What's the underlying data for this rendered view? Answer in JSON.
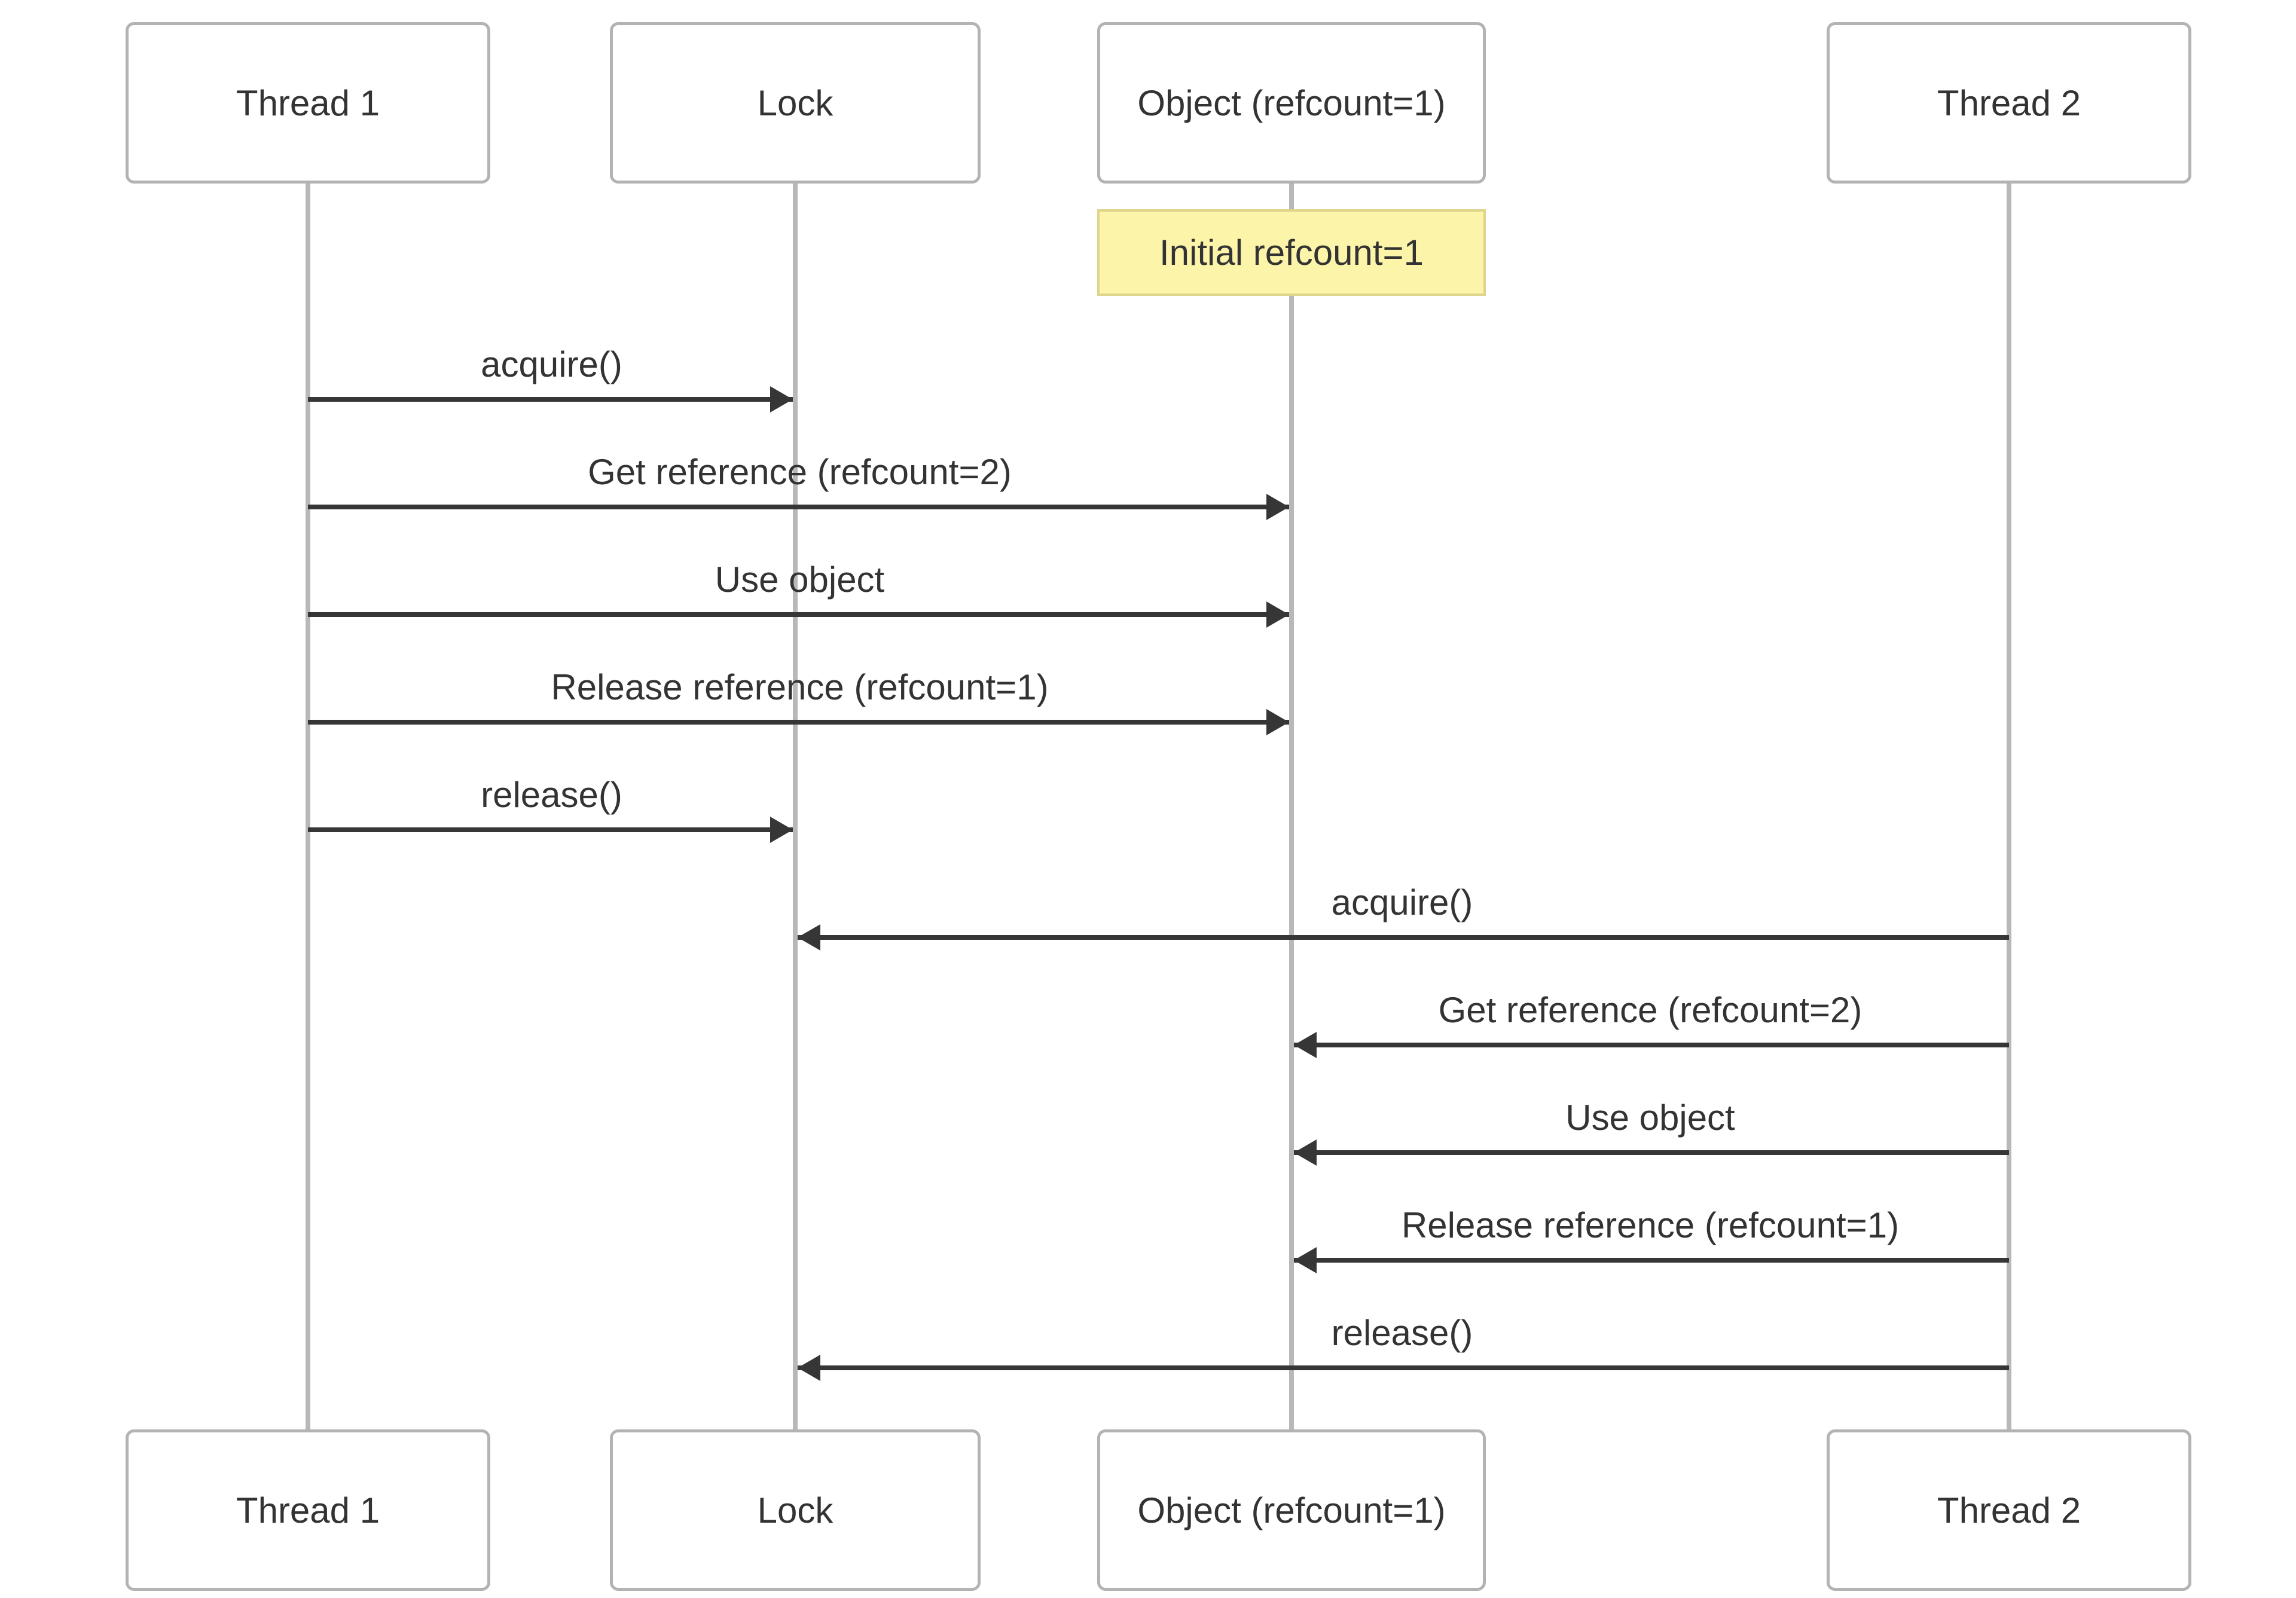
{
  "diagram": {
    "type": "sequence-diagram",
    "colors": {
      "background": "#ffffff",
      "actor_border": "#b3b3b3",
      "actor_fill": "#ffffff",
      "text": "#333333",
      "lifeline": "#b8b8b8",
      "arrow": "#363636",
      "note_fill": "#fbf4a9",
      "note_border": "#ded58a"
    },
    "participants": [
      {
        "id": "thread1",
        "label": "Thread 1"
      },
      {
        "id": "lock",
        "label": "Lock"
      },
      {
        "id": "object",
        "label": "Object (refcount=1)"
      },
      {
        "id": "thread2",
        "label": "Thread 2"
      }
    ],
    "note": {
      "text": "Initial refcount=1",
      "over": "object"
    },
    "messages": [
      {
        "from": "thread1",
        "to": "lock",
        "label": "acquire()"
      },
      {
        "from": "thread1",
        "to": "object",
        "label": "Get reference (refcount=2)"
      },
      {
        "from": "thread1",
        "to": "object",
        "label": "Use object"
      },
      {
        "from": "thread1",
        "to": "object",
        "label": "Release reference (refcount=1)"
      },
      {
        "from": "thread1",
        "to": "lock",
        "label": "release()"
      },
      {
        "from": "thread2",
        "to": "lock",
        "label": "acquire()"
      },
      {
        "from": "thread2",
        "to": "object",
        "label": "Get reference (refcount=2)"
      },
      {
        "from": "thread2",
        "to": "object",
        "label": "Use object"
      },
      {
        "from": "thread2",
        "to": "object",
        "label": "Release reference (refcount=1)"
      },
      {
        "from": "thread2",
        "to": "lock",
        "label": "release()"
      }
    ]
  }
}
